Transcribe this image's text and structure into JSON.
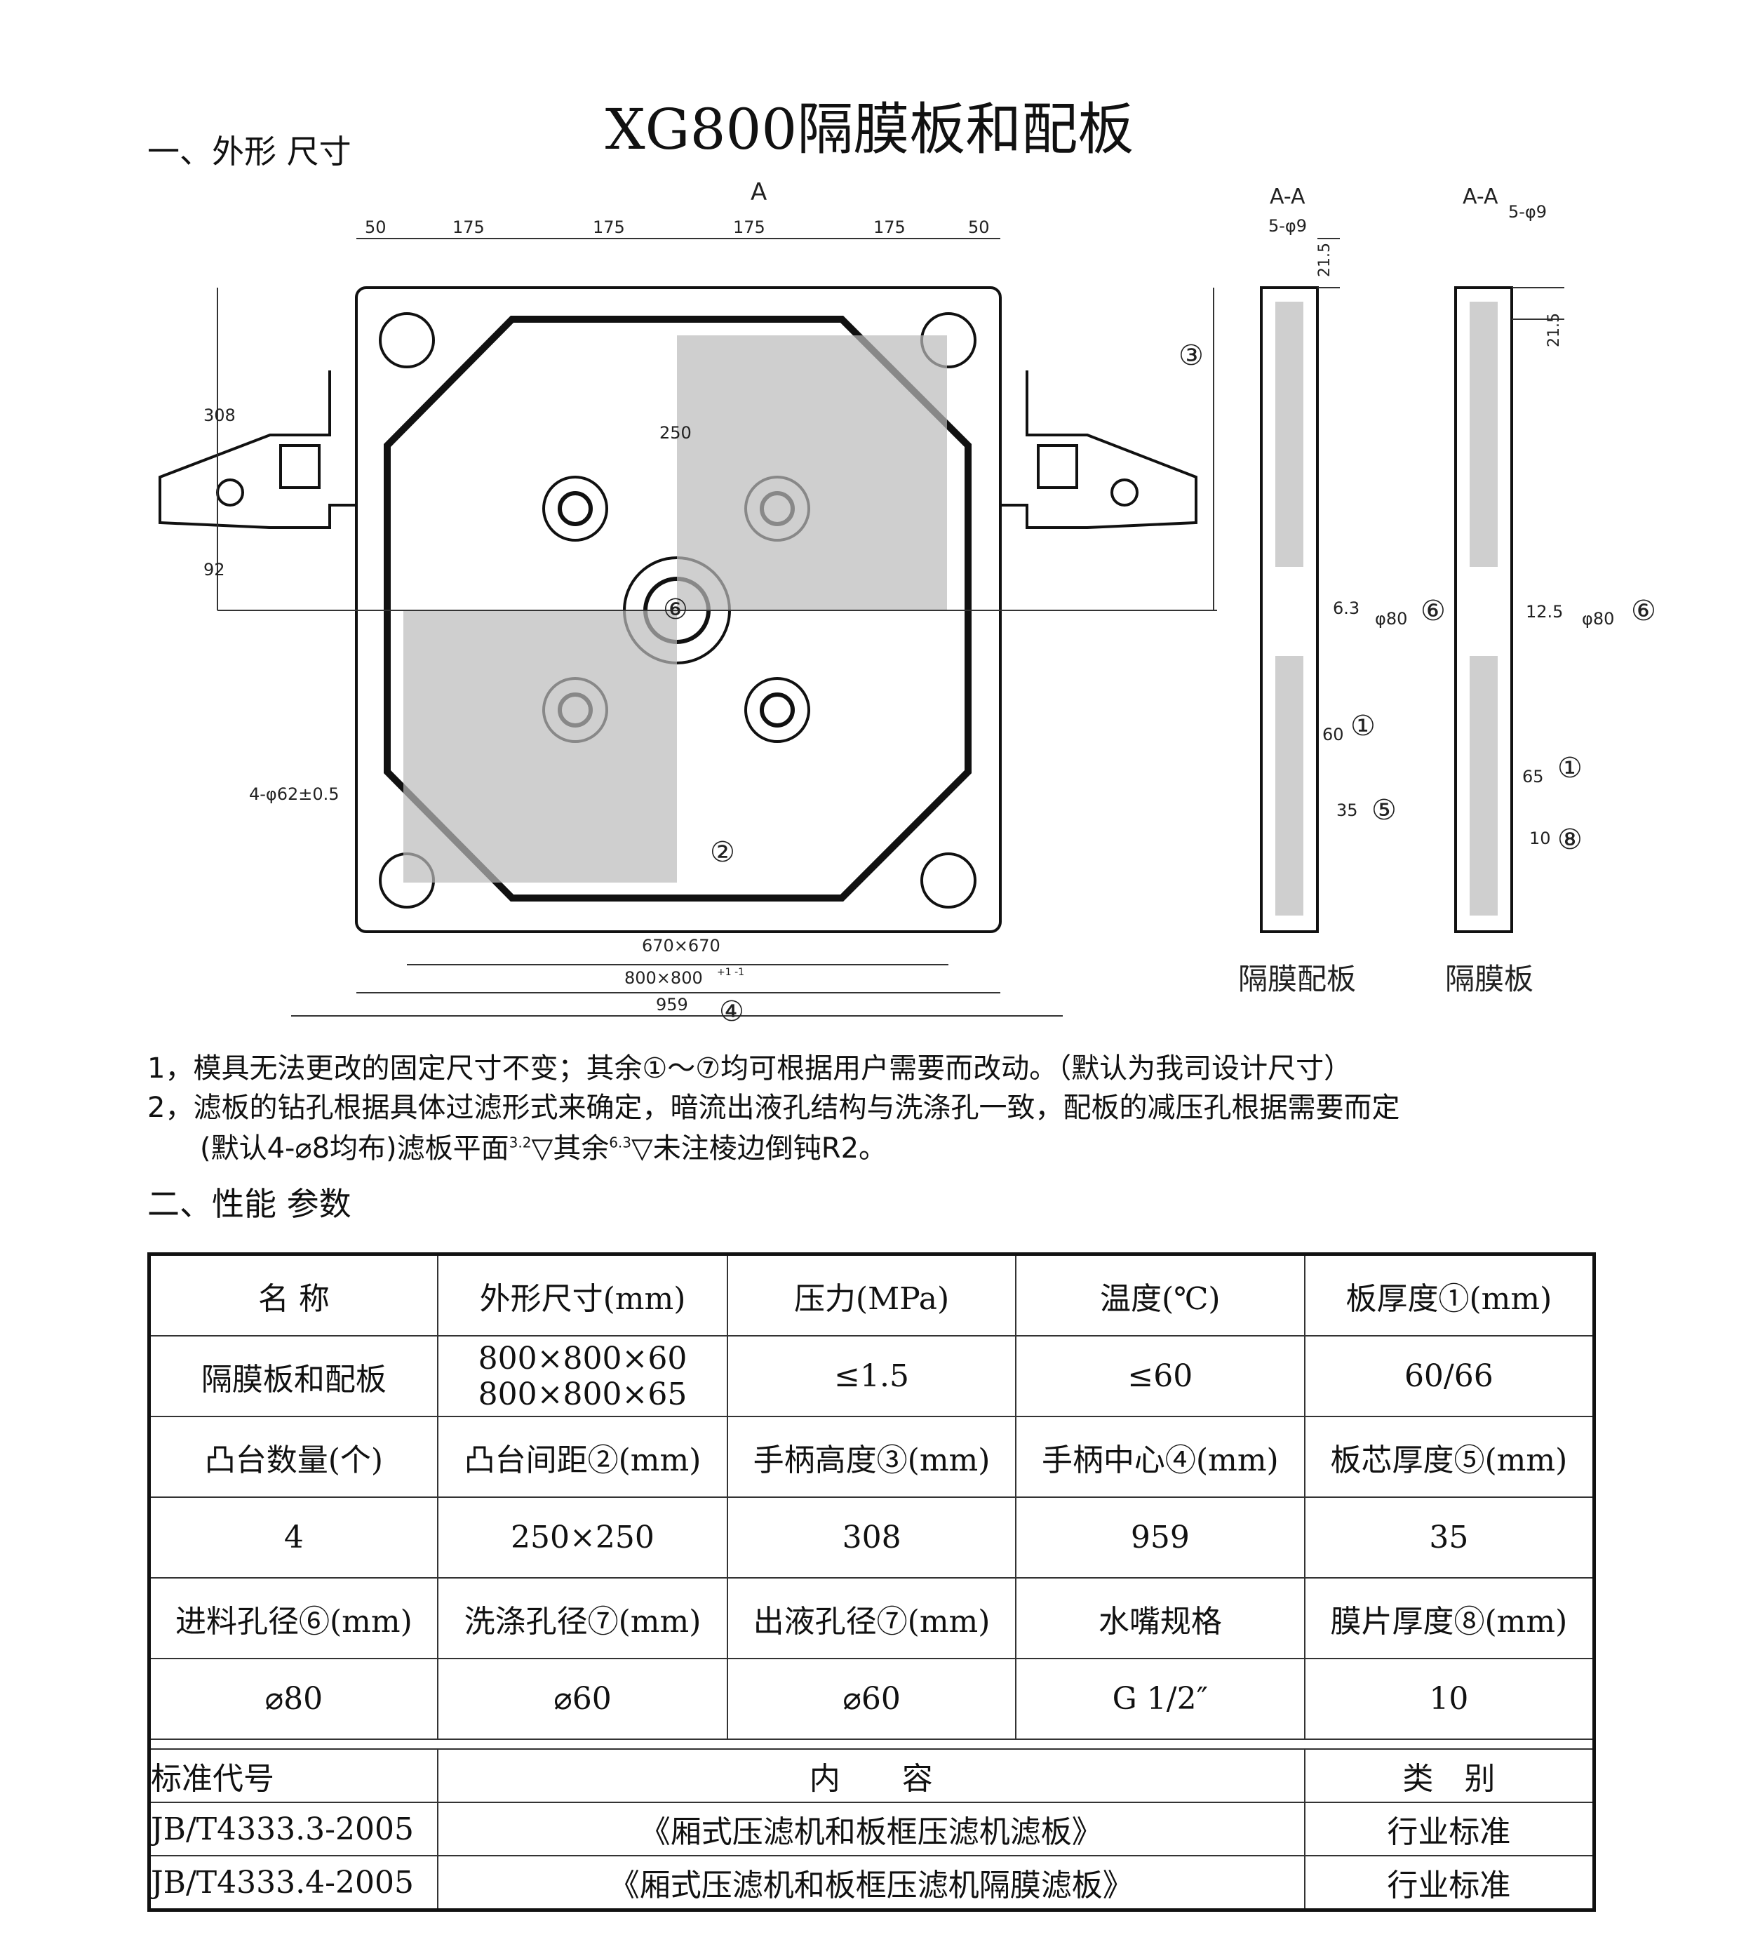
{
  "title": "XG800隔膜板和配板",
  "section1": "一、外形 尺寸",
  "section2": "二、性能 参数",
  "drawing": {
    "top_dims": [
      "50",
      "175",
      "175",
      "175",
      "175",
      "50"
    ],
    "side_dims": [
      "308",
      "92"
    ],
    "section_mark": "A",
    "section_label": "A-A",
    "holes_label": "5-φ9",
    "dim_215": "21.5",
    "boss_spacing": "250",
    "boss_label": "4-φ62±0.5",
    "dim_670": "670×670",
    "dim_800": "800×800",
    "dim_800_tol": "+1 -1",
    "dim_959": "959",
    "feed": "φ80",
    "rough1": "6.3",
    "rough2": "12.5",
    "dim_60": "60",
    "dim_35": "35",
    "dim_65": "65",
    "dim_10": "10",
    "markers": [
      "①",
      "②",
      "③",
      "④",
      "⑤",
      "⑥",
      "⑧"
    ],
    "caption_left": "隔膜配板",
    "caption_right": "隔膜板"
  },
  "notes": [
    "1，模具无法更改的固定尺寸不变；其余①～⑦均可根据用户需要而改动。（默认为我司设计尺寸）",
    "2，滤板的钻孔根据具体过滤形式来确定，暗流出液孔结构与洗涤孔一致，配板的减压孔根据需要而定",
    "(默认4-⌀8均布)滤板平面",
    "3.2",
    "其余",
    "6.3",
    "未注棱边倒钝R2。"
  ],
  "table": {
    "rows": [
      [
        "名 称",
        "外形尺寸(mm)",
        "压力(MPa)",
        "温度(℃)",
        "板厚度①(mm)"
      ],
      [
        "隔膜板和配板",
        "800×800×60\n800×800×65",
        "≤1.5",
        "≤60",
        "60/66"
      ],
      [
        "凸台数量(个)",
        "凸台间距②(mm)",
        "手柄高度③(mm)",
        "手柄中心④(mm)",
        "板芯厚度⑤(mm)"
      ],
      [
        "4",
        "250×250",
        "308",
        "959",
        "35"
      ],
      [
        "进料孔径⑥(mm)",
        "洗涤孔径⑦(mm)",
        "出液孔径⑦(mm)",
        "水嘴规格",
        "膜片厚度⑧(mm)"
      ],
      [
        "⌀80",
        "⌀60",
        "⌀60",
        "G 1/2″",
        "10"
      ]
    ],
    "standards_header": [
      "标准代号",
      "内　　容",
      "类　别"
    ],
    "standards": [
      [
        "JB/T4333.3-2005",
        "《厢式压滤机和板框压滤机滤板》",
        "行业标准"
      ],
      [
        "JB/T4333.4-2005",
        "《厢式压滤机和板框压滤机隔膜滤板》",
        "行业标准"
      ]
    ]
  }
}
